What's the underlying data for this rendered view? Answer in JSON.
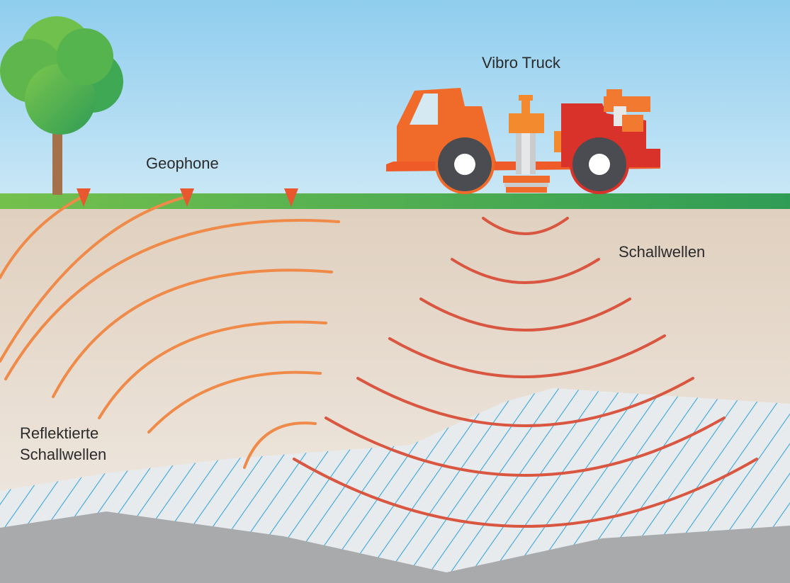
{
  "labels": {
    "vibro_truck": "Vibro Truck",
    "geophone": "Geophone",
    "sound_waves": "Schallwellen",
    "reflected_line1": "Reflektierte",
    "reflected_line2": "Schallwellen"
  },
  "colors": {
    "sky_top": "#8fcdee",
    "sky_bottom": "#c9e7f6",
    "grass_left": "#74c04d",
    "grass_right": "#2f9c55",
    "soil_top": "#e0d0bf",
    "soil_bottom": "#f1ece6",
    "hatch_fill": "#e8ebee",
    "hatch_line": "#3aa7dd",
    "bedrock": "#a9aaac",
    "wave_source": "#d95640",
    "wave_reflected": "#ef8a48",
    "geophone_marker": "#e8572e",
    "truck_body": "#f06a2a",
    "truck_rear": "#d8322a",
    "tree_foliage": "#4cae4a",
    "tree_trunk": "#a4714b"
  },
  "icons": {
    "tree": "tree-icon",
    "truck": "vibro-truck-icon",
    "geophone": "geophone-marker-icon"
  }
}
